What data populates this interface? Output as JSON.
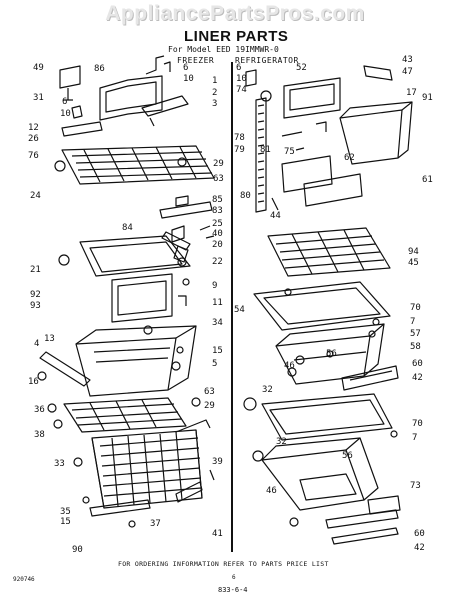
{
  "watermark": "AppliancePartsPros.com",
  "title": "LINER PARTS",
  "model_line": "For Model EED 19IMMWR-0",
  "sections": {
    "freezer": "FREEZER",
    "refrigerator": "REFRIGERATOR"
  },
  "footer": "FOR ORDERING INFORMATION REFER TO PARTS PRICE LIST",
  "code_left": "920746",
  "page_number": "6",
  "part_number": "833-6-4",
  "callouts": [
    "49",
    "86",
    "6",
    "10",
    "31",
    "6",
    "10",
    "1",
    "2",
    "3",
    "12",
    "26",
    "76",
    "24",
    "29",
    "63",
    "85",
    "83",
    "25",
    "40",
    "20",
    "84",
    "22",
    "21",
    "92",
    "93",
    "9",
    "11",
    "34",
    "4",
    "13",
    "15",
    "5",
    "16",
    "36",
    "38",
    "63",
    "29",
    "33",
    "39",
    "35",
    "15",
    "37",
    "90",
    "41",
    "6",
    "10",
    "74",
    "52",
    "43",
    "47",
    "78",
    "79",
    "81",
    "17",
    "91",
    "75",
    "62",
    "80",
    "44",
    "61",
    "94",
    "45",
    "54",
    "70",
    "7",
    "57",
    "58",
    "46",
    "56",
    "60",
    "42",
    "32",
    "70",
    "7",
    "32",
    "56",
    "73",
    "46",
    "60",
    "42"
  ]
}
